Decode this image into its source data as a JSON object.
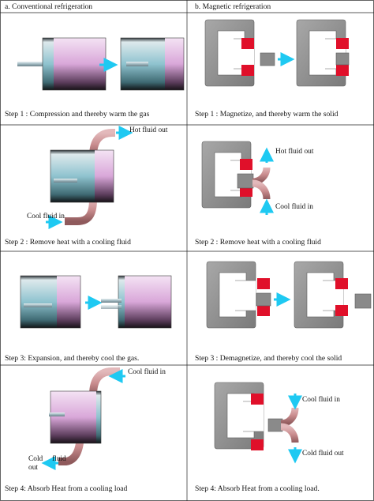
{
  "columns": {
    "left_header": "a. Conventional refrigeration",
    "right_header": "b. Magnetic refrigeration"
  },
  "steps": [
    {
      "left_caption": "Step 1 : Compression and thereby warm the gas",
      "right_caption": "Step 1 : Magnetize, and thereby warm the solid"
    },
    {
      "left_caption": "Step 2 : Remove heat with a cooling fluid",
      "right_caption": "Step 2 : Remove heat with a cooling fluid",
      "left_hot_label": "Hot fluid out",
      "left_cool_label": "Cool fluid in",
      "right_hot_label": "Hot fluid out",
      "right_cool_label": "Cool fluid in"
    },
    {
      "left_caption": "Step 3: Expansion, and thereby cool the gas.",
      "right_caption": "Step 3 : Demagnetize, and thereby cool the solid"
    },
    {
      "left_caption": "Step 4: Absorb Heat from a cooling load",
      "right_caption": "Step 4: Absorb Heat from a cooling load.",
      "left_in_label": "Cool fluid in",
      "left_out_label_1": "Cold",
      "left_out_label_2": "fluid",
      "left_out_label_3": "out",
      "right_in_label": "Cool fluid in",
      "right_out_label": "Cold fluid out"
    }
  ],
  "colors": {
    "arrow": "#1ec9f2",
    "magnet": "#e0102a",
    "frame": "#8f8f8f",
    "pipe": "#c98c8e"
  }
}
